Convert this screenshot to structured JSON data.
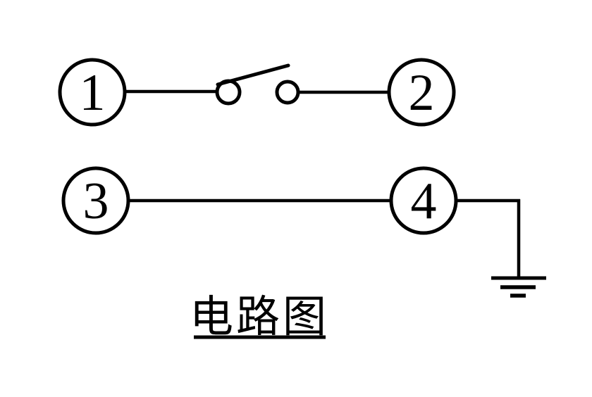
{
  "diagram": {
    "title": "电路图",
    "terminals": [
      {
        "label": "1"
      },
      {
        "label": "2"
      },
      {
        "label": "3"
      },
      {
        "label": "4"
      }
    ],
    "icons": {
      "switch_icon": "open-switch",
      "ground_icon": "earth-ground"
    },
    "colors": {
      "line": "#000000",
      "background": "#ffffff"
    }
  }
}
